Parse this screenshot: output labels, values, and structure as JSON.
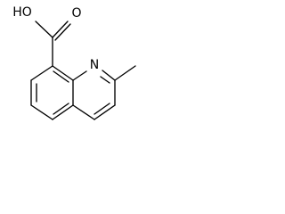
{
  "molecule": {
    "atoms": {
      "oxygen_carbonyl": "O",
      "oxygen_hydroxyl": "HO",
      "nitrogen_ring": "N"
    }
  }
}
